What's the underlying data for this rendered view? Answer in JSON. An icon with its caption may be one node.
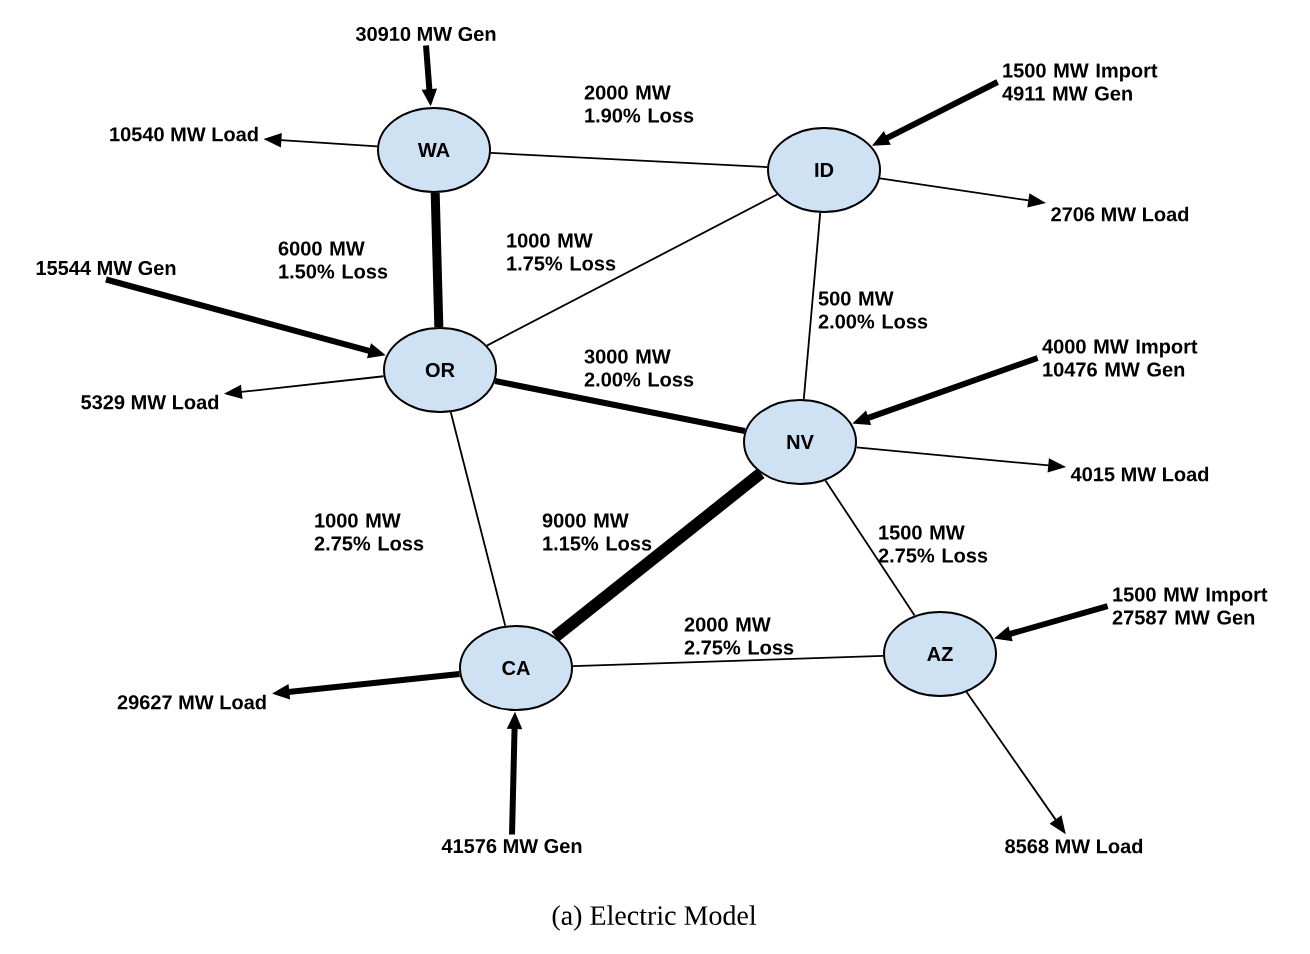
{
  "diagram": {
    "caption": "(a) Electric Model",
    "nodes": [
      {
        "text": [
          "WA"
        ]
      },
      {
        "text": [
          "ID"
        ]
      },
      {
        "text": [
          "OR"
        ]
      },
      {
        "text": [
          "NV"
        ]
      },
      {
        "text": [
          "CA"
        ]
      },
      {
        "text": [
          "AZ"
        ]
      },
      {
        "text": [
          "30910 MW Gen"
        ]
      },
      {
        "text": [
          "10540 MW Load"
        ]
      },
      {
        "text": [
          "1500 MW Import 4911 MW Gen"
        ]
      },
      {
        "text": [
          "2706 MW Load"
        ]
      },
      {
        "text": [
          "15544 MW Gen"
        ]
      },
      {
        "text": [
          "5329 MW Load"
        ]
      },
      {
        "text": [
          "4000 MW Import 10476 MW Gen"
        ]
      },
      {
        "text": [
          "4015 MW Load"
        ]
      },
      {
        "text": [
          "1500 MW Import 27587 MW Gen"
        ]
      },
      {
        "text": [
          "29627 MW Load"
        ]
      },
      {
        "text": [
          "41576 MW Gen"
        ]
      },
      {
        "text": [
          "8568 MW Load"
        ]
      }
    ],
    "edges": [
      {
        "from": 0,
        "to": 1,
        "arrow": "none",
        "label": "2000 MW 1.90% Loss"
      },
      {
        "from": 0,
        "to": 2,
        "arrow": "none",
        "label": "6000 MW 1.50% Loss",
        "style": "thick"
      },
      {
        "from": 2,
        "to": 1,
        "arrow": "none",
        "label": "1000 MW 1.75% Loss"
      },
      {
        "from": 1,
        "to": 3,
        "arrow": "none",
        "label": "500 MW 2.00% Loss"
      },
      {
        "from": 2,
        "to": 3,
        "arrow": "none",
        "label": "3000 MW 2.00% Loss",
        "style": "thick"
      },
      {
        "from": 2,
        "to": 4,
        "arrow": "none",
        "label": "1000 MW 2.75% Loss"
      },
      {
        "from": 3,
        "to": 4,
        "arrow": "none",
        "label": "9000 MW 1.15% Loss",
        "style": "thick"
      },
      {
        "from": 3,
        "to": 5,
        "arrow": "none",
        "label": "1500 MW 2.75% Loss"
      },
      {
        "from": 4,
        "to": 5,
        "arrow": "none",
        "label": "2000 MW 2.75% Loss"
      },
      {
        "from": 6,
        "to": 0,
        "arrow": "to",
        "style": "thick"
      },
      {
        "from": 0,
        "to": 7,
        "arrow": "to"
      },
      {
        "from": 8,
        "to": 1,
        "arrow": "to",
        "style": "thick"
      },
      {
        "from": 1,
        "to": 9,
        "arrow": "to"
      },
      {
        "from": 10,
        "to": 2,
        "arrow": "to",
        "style": "thick"
      },
      {
        "from": 2,
        "to": 11,
        "arrow": "to"
      },
      {
        "from": 12,
        "to": 3,
        "arrow": "to",
        "style": "thick"
      },
      {
        "from": 3,
        "to": 13,
        "arrow": "to"
      },
      {
        "from": 14,
        "to": 5,
        "arrow": "to",
        "style": "thick"
      },
      {
        "from": 4,
        "to": 15,
        "arrow": "to",
        "style": "thick"
      },
      {
        "from": 16,
        "to": 4,
        "arrow": "to",
        "style": "thick"
      },
      {
        "from": 5,
        "to": 17,
        "arrow": "to"
      }
    ]
  }
}
